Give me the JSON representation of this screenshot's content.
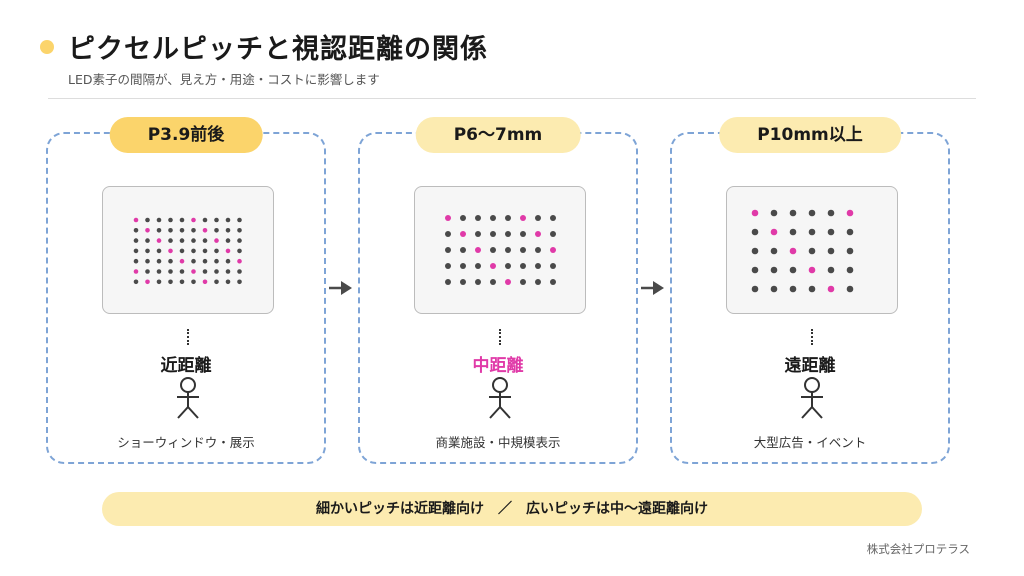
{
  "header": {
    "title": "ピクセルピッチと視認距離の関係",
    "subtitle": "LED素子の間隔が、見え方・用途・コストに影響します"
  },
  "panels": [
    {
      "pitch": "P3.9前後",
      "distance": "近距離",
      "usage": "ショーウィンドウ・展示",
      "grid": {
        "cols": 10,
        "rows": 7
      }
    },
    {
      "pitch": "P6〜7mm",
      "distance": "中距離",
      "usage": "商業施設・中規模表示",
      "grid": {
        "cols": 8,
        "rows": 5
      }
    },
    {
      "pitch": "P10mm以上",
      "distance": "遠距離",
      "usage": "大型広告・イベント",
      "grid": {
        "cols": 6,
        "rows": 5
      }
    }
  ],
  "summary": "細かいピッチは近距離向け　／　広いピッチは中〜遠距離向け",
  "footer": "株式会社プロテラス",
  "colors": {
    "accent": "#fbd46b",
    "pill": "#fcebb0",
    "pink": "#e03aa8",
    "dot": "#4a4a4a",
    "border": "#7ea4d6"
  }
}
